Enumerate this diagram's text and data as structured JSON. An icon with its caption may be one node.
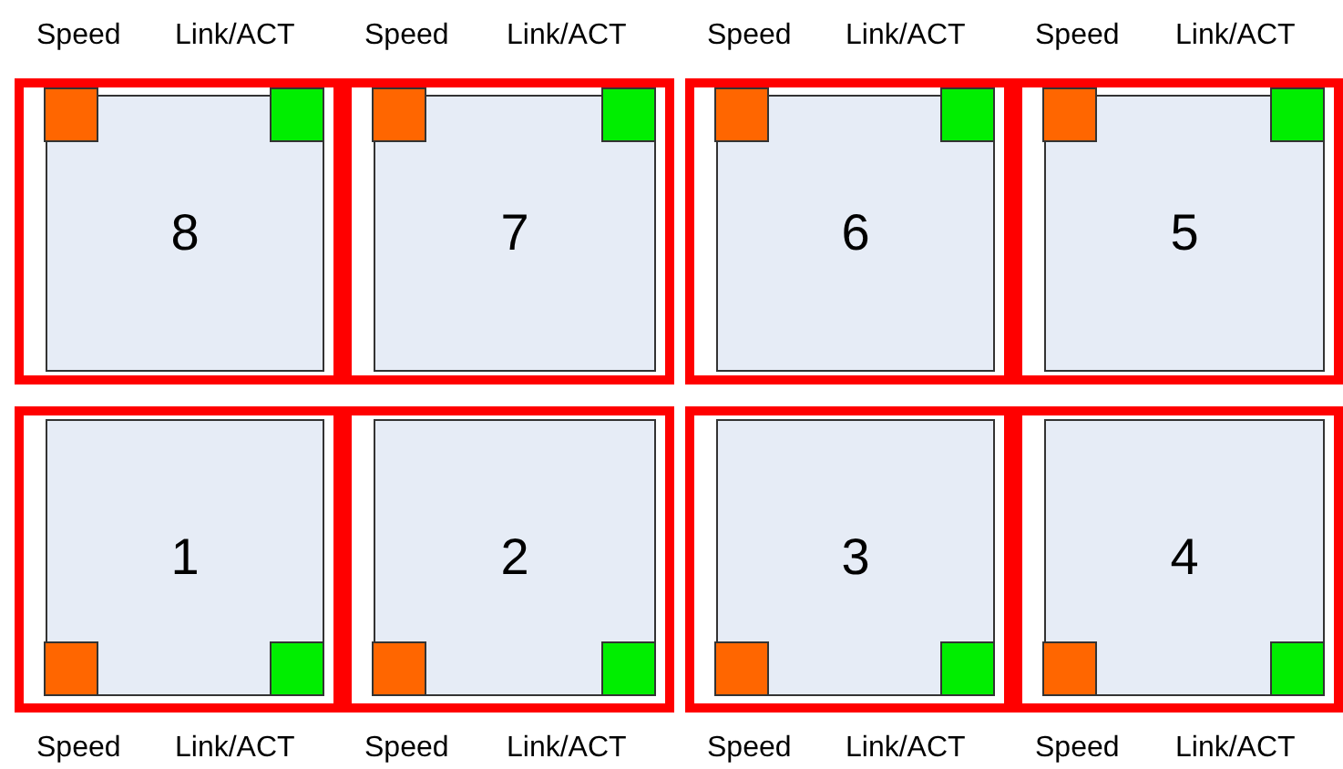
{
  "diagram": {
    "nodes": [
      {
        "text": [
          "8"
        ]
      },
      {
        "text": [
          "7"
        ]
      },
      {
        "text": [
          "6"
        ]
      },
      {
        "text": [
          "5"
        ]
      },
      {
        "text": [
          "1"
        ]
      },
      {
        "text": [
          "2"
        ]
      },
      {
        "text": [
          "3"
        ]
      },
      {
        "text": [
          "4"
        ]
      }
    ],
    "labels": [
      "Speed",
      "Link/ACT",
      "Speed",
      "Link/ACT",
      "Speed",
      "Link/ACT",
      "Speed",
      "Link/ACT",
      "Speed",
      "Link/ACT",
      "Speed",
      "Link/ACT",
      "Speed",
      "Link/ACT",
      "Speed",
      "Link/ACT"
    ]
  }
}
